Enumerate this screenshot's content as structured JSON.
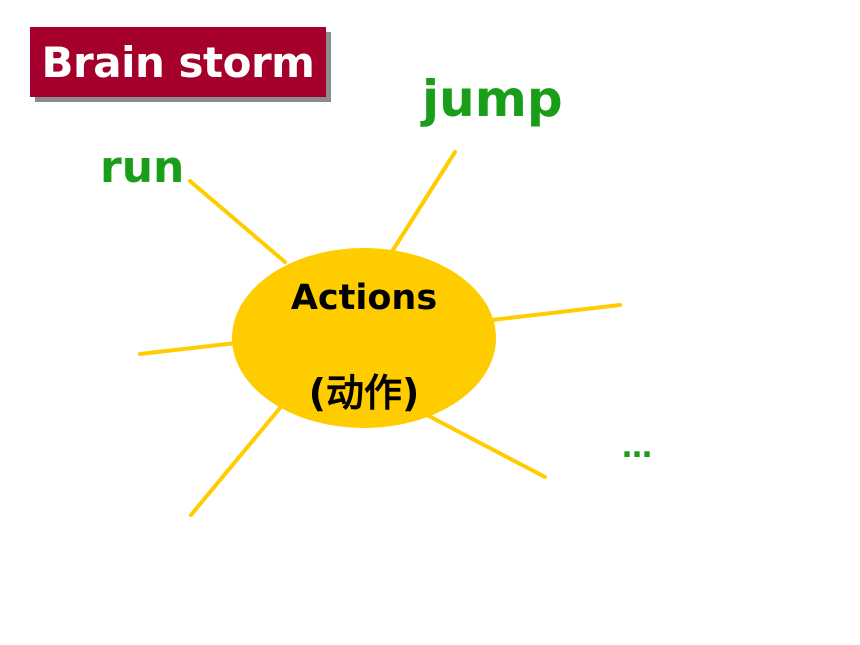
{
  "title": "Brain storm",
  "center": {
    "label": "Actions",
    "sublabel": "(动作)"
  },
  "branches": [
    "jump",
    "run",
    "…"
  ],
  "colors": {
    "title_bg": "#a5002c",
    "title_text": "#ffffff",
    "center_fill": "#ffcc00",
    "spoke": "#ffcc00",
    "branch_text": "#1a9e1a"
  }
}
